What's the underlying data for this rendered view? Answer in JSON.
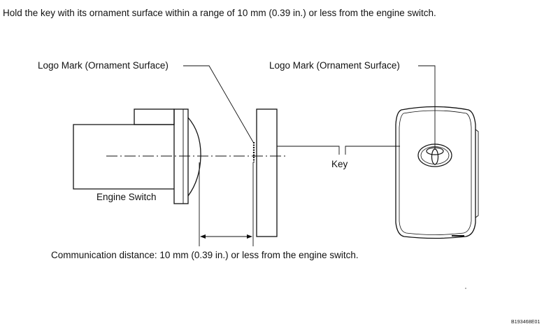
{
  "instruction": "Hold the key with its ornament surface within a range of 10 mm (0.39 in.) or less from the engine switch.",
  "labels": {
    "logo_mark_left": "Logo Mark (Ornament Surface)",
    "logo_mark_right": "Logo Mark (Ornament Surface)",
    "key": "Key",
    "engine_switch": "Engine Switch",
    "communication_distance": "Communication distance: 10 mm (0.39 in.) or less from the engine switch."
  },
  "figure_code": "B193468E01"
}
